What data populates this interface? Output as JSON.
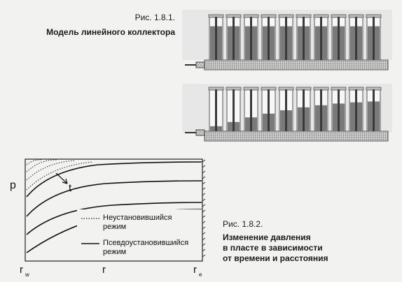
{
  "figure1": {
    "number": "Рис. 1.8.1.",
    "title": "Модель линейного коллектора",
    "top_model_levels": [
      0.78,
      0.78,
      0.78,
      0.78,
      0.78,
      0.78,
      0.78,
      0.78,
      0.78,
      0.78
    ],
    "bottom_model_levels": [
      0.12,
      0.22,
      0.33,
      0.42,
      0.5,
      0.57,
      0.62,
      0.66,
      0.69,
      0.71
    ]
  },
  "figure2": {
    "number": "Рис. 1.8.2.",
    "title_lines": [
      "Изменение давления",
      "в пласте в зависимости",
      "от времени и расстояния"
    ],
    "y_label": "p",
    "x_label": "r",
    "x_left_label": "r",
    "x_left_sub": "w",
    "x_right_label": "r",
    "x_right_sub": "e",
    "time_arrow_label": "t",
    "legend": [
      {
        "style": "dotted",
        "lines": [
          "Неустановившийся",
          "режим"
        ]
      },
      {
        "style": "solid",
        "lines": [
          "Псевдоустановившийся",
          "режим"
        ]
      }
    ]
  }
}
